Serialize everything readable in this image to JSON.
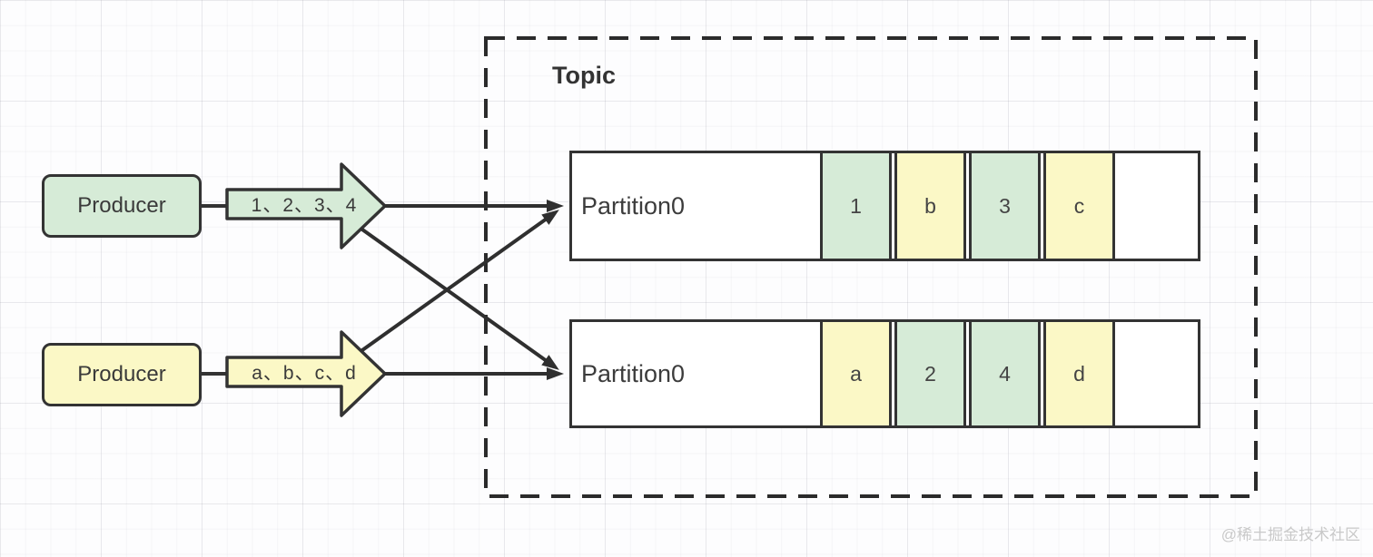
{
  "topic": {
    "label": "Topic"
  },
  "producers": [
    {
      "label": "Producer",
      "color": "green",
      "arrow_label": "1、2、3、4"
    },
    {
      "label": "Producer",
      "color": "yellow",
      "arrow_label": "a、b、c、d"
    }
  ],
  "partitions": [
    {
      "label": "Partition0",
      "cells": [
        {
          "text": "1",
          "color": "green"
        },
        {
          "text": "b",
          "color": "yellow"
        },
        {
          "text": "3",
          "color": "green"
        },
        {
          "text": "c",
          "color": "yellow"
        }
      ]
    },
    {
      "label": "Partition0",
      "cells": [
        {
          "text": "a",
          "color": "yellow"
        },
        {
          "text": "2",
          "color": "green"
        },
        {
          "text": "4",
          "color": "green"
        },
        {
          "text": "d",
          "color": "yellow"
        }
      ]
    }
  ],
  "flows": [
    {
      "from": "producer-1-arrow",
      "to": "partition-row-1",
      "style": "straight"
    },
    {
      "from": "producer-1-arrow",
      "to": "partition-row-2",
      "style": "cross"
    },
    {
      "from": "producer-2-arrow",
      "to": "partition-row-1",
      "style": "cross"
    },
    {
      "from": "producer-2-arrow",
      "to": "partition-row-2",
      "style": "straight"
    }
  ],
  "colors": {
    "green": "#d6ebd7",
    "yellow": "#fbf8c6",
    "stroke": "#333333"
  },
  "watermark": "@稀土掘金技术社区"
}
